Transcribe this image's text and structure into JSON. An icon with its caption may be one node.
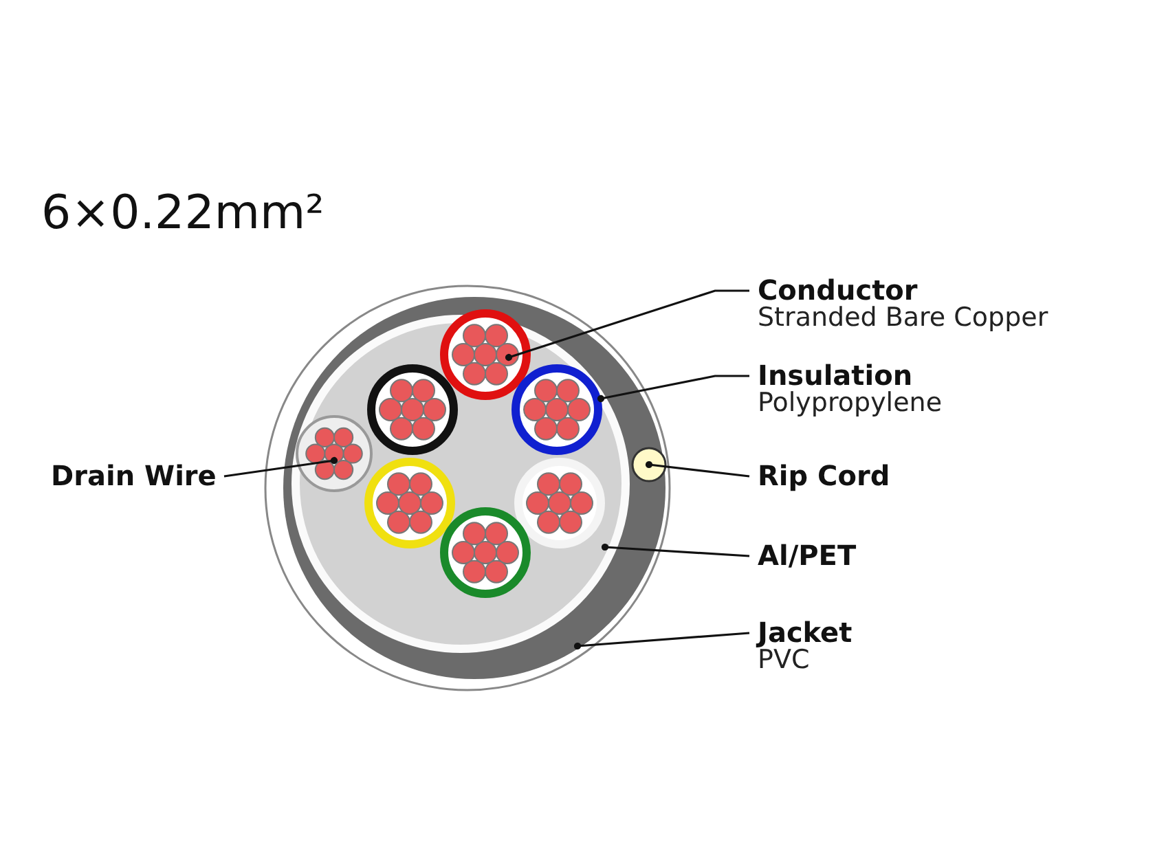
{
  "diagram": {
    "title": "6×0.22mm²",
    "nodes": [
      {
        "text": [
          "Conductor",
          "Stranded Bare Copper"
        ]
      },
      {
        "text": [
          "Insulation",
          "Polypropylene"
        ]
      },
      {
        "text": [
          "Rip Cord"
        ]
      },
      {
        "text": [
          "Al/PET"
        ]
      },
      {
        "text": [
          "Jacket",
          "PVC"
        ]
      },
      {
        "text": [
          "Drain Wire"
        ]
      },
      {
        "text": [],
        "shape": "circle",
        "in": 9
      },
      {
        "text": [],
        "shape": "circle",
        "in": 9
      },
      {
        "text": [],
        "shape": "circle",
        "in": 10
      },
      {
        "text": [],
        "shape": "circle",
        "in": 10
      },
      {
        "text": [],
        "shape": "circle"
      },
      {
        "text": [],
        "shape": "circle",
        "in": 9
      }
    ],
    "edges": [
      {
        "from": 0,
        "to": 6,
        "arrow": "other"
      },
      {
        "from": 1,
        "to": 7,
        "arrow": "other"
      },
      {
        "from": 2,
        "to": 8,
        "arrow": "other"
      },
      {
        "from": 3,
        "to": 9,
        "arrow": "other"
      },
      {
        "from": 4,
        "to": 10,
        "arrow": "other"
      },
      {
        "from": 5,
        "to": 11,
        "arrow": "other"
      }
    ]
  }
}
